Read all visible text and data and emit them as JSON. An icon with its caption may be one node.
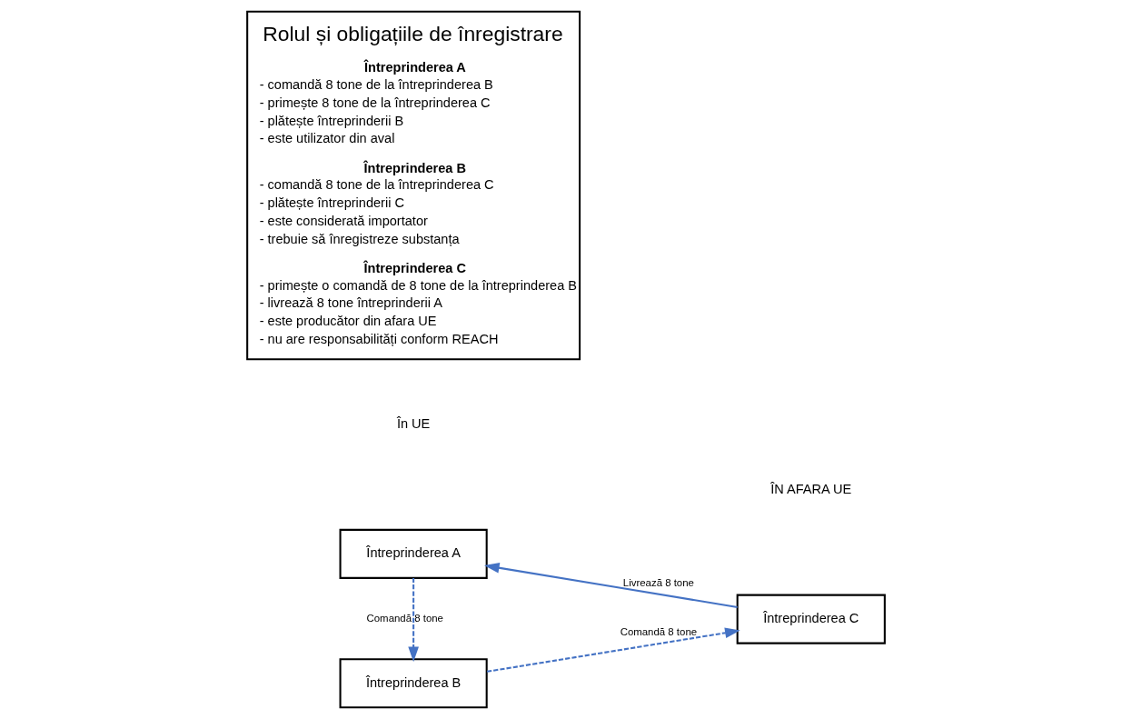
{
  "diagram": {
    "nodes": [
      {
        "text": [
          "Întreprinderea A"
        ]
      },
      {
        "text": [
          "Întreprinderea B"
        ]
      },
      {
        "text": [
          "Întreprinderea C"
        ]
      },
      {
        "text": [
          "Rolul și obligațiile de înregistrare",
          "Întreprinderea A",
          "- comandă 8 tone de la întreprinderea B",
          "- primește 8 tone de la întreprinderea C",
          "- plătește întreprinderii B",
          "- este utilizator din aval",
          "Întreprinderea B",
          "- comandă 8 tone de la întreprinderea C",
          "- plătește întreprinderii C",
          "- este considerată importator",
          "- trebuie să înregistreze substanța",
          "Întreprinderea C",
          "- primește o comandă de 8 tone de la întreprinderea B",
          "- livrează 8 tone întreprinderii A",
          "- este producător din afara UE",
          "- nu are responsabilități conform REACH"
        ]
      }
    ],
    "edges": [
      {
        "from": 2,
        "to": 0,
        "arrow": "to",
        "label": "Livrează 8 tone"
      },
      {
        "from": 0,
        "to": 1,
        "arrow": "to",
        "label": "Comandă 8 tone",
        "style": "dashed"
      },
      {
        "from": 1,
        "to": 2,
        "arrow": "to",
        "label": "Comandă 8 tone",
        "style": "dashed"
      }
    ],
    "labels": [
      "ÎN AFARA UE",
      "În UE"
    ]
  }
}
